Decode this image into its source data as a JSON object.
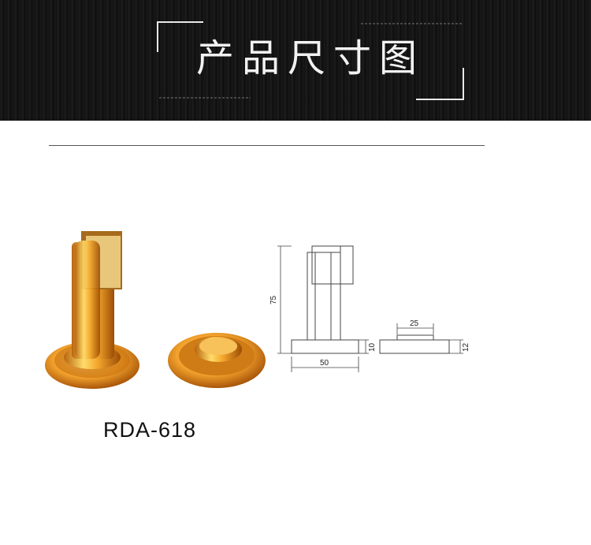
{
  "banner": {
    "title": "产品尺寸图"
  },
  "product": {
    "model": "RDA-618"
  },
  "drawing": {
    "dim_height": "75",
    "dim_width": "50",
    "dim_base_thickness": "10",
    "dim_top_width": "25",
    "dim_catch_thickness": "12"
  }
}
